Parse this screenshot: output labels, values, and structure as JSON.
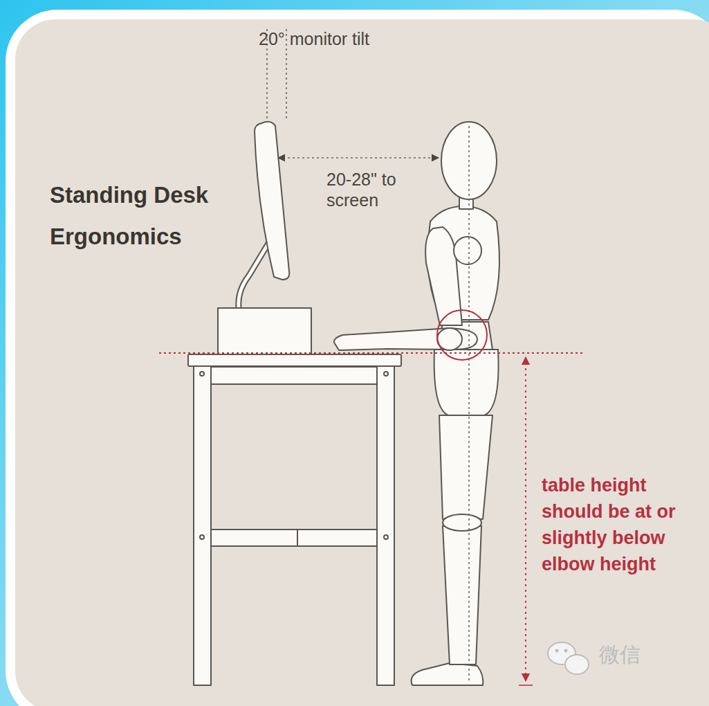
{
  "diagram": {
    "title": "Standing Desk Ergonomics",
    "labels": [
      "20° monitor tilt",
      "20-28\" to screen",
      "table height should be at or slightly below elbow height",
      "微信"
    ]
  }
}
